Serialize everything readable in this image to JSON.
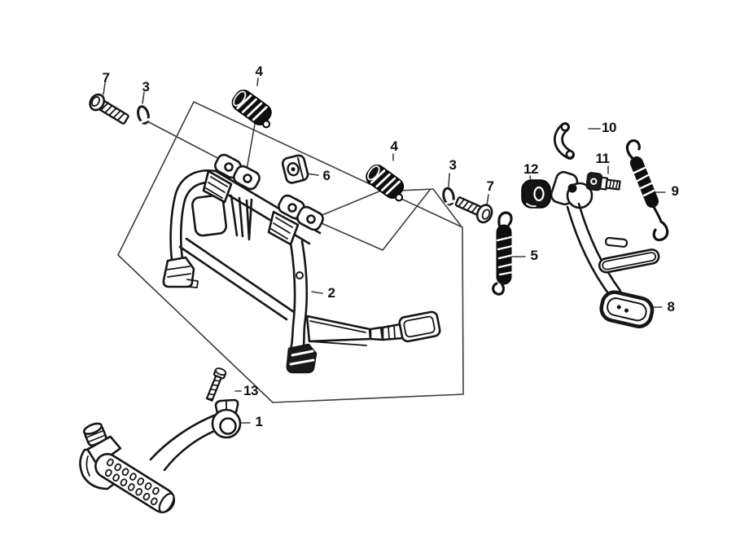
{
  "diagram": {
    "background": "#ffffff",
    "line_color": "#1a1a1a",
    "accent_fill": "#121212",
    "callouts": {
      "bolt_7_left": "7",
      "washer_3_left": "3",
      "sleeve_4_top": "4",
      "stopper_6": "6",
      "sleeve_4_right": "4",
      "washer_3_right": "3",
      "bolt_7_right": "7",
      "grommet_12": "12",
      "pivot_bolt_11": "11",
      "joint_link_10": "10",
      "side_stand_spring_9": "9",
      "main_stand_spring_5": "5",
      "side_stand_8": "8",
      "main_stand_2": "2",
      "flange_bolt_13": "13",
      "kick_starter_arm_1": "1"
    }
  }
}
